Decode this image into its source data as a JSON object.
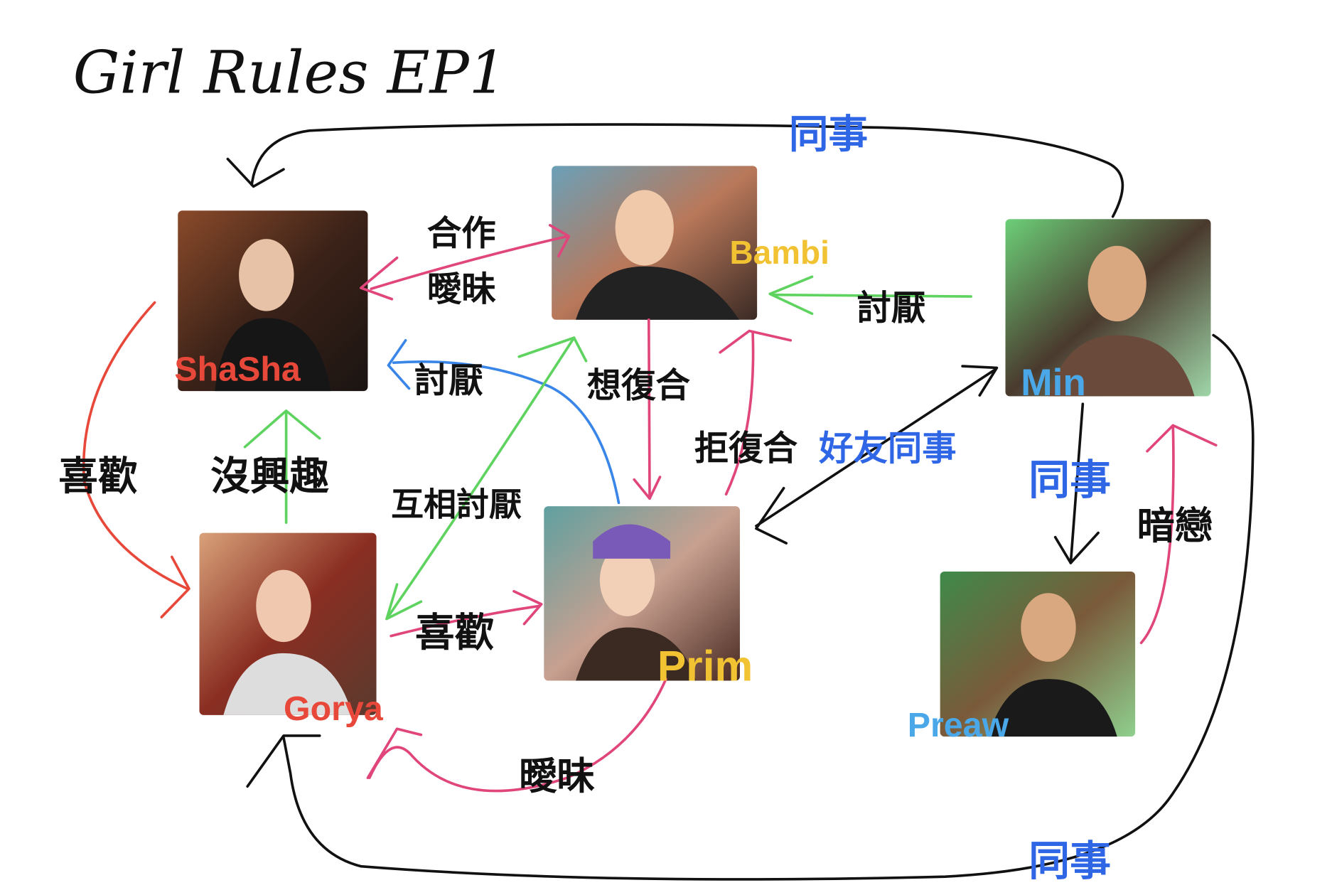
{
  "title": "Girl Rules EP1",
  "characters": [
    {
      "name": "ShaSha",
      "color": "#e8483a"
    },
    {
      "name": "Bambi",
      "color": "#f1c232"
    },
    {
      "name": "Min",
      "color": "#4aa8e8"
    },
    {
      "name": "Gorya",
      "color": "#e8483a"
    },
    {
      "name": "Prim",
      "color": "#f1c232"
    },
    {
      "name": "Preaw",
      "color": "#4aa8e8"
    }
  ],
  "relations": [
    {
      "from": "Min",
      "to": "ShaSha",
      "label": "同事",
      "color": "#111111"
    },
    {
      "from": "ShaSha",
      "to": "Bambi",
      "label": "合作",
      "color": "#e0457b"
    },
    {
      "from": "Bambi",
      "to": "ShaSha",
      "label": "曖昧",
      "color": "#e0457b"
    },
    {
      "from": "Min",
      "to": "Bambi",
      "label": "討厭",
      "color": "#5fd35f"
    },
    {
      "from": "Prim",
      "to": "ShaSha",
      "label": "討厭",
      "color": "#3a86e8"
    },
    {
      "from": "Bambi",
      "to": "Prim",
      "label": "想復合",
      "color": "#e0457b"
    },
    {
      "from": "Prim",
      "to": "Bambi",
      "label": "拒復合",
      "color": "#e0457b"
    },
    {
      "from": "Prim",
      "to": "Min",
      "label": "好友同事",
      "color": "#111111"
    },
    {
      "from": "ShaSha",
      "to": "Gorya",
      "label": "喜歡",
      "color": "#e8483a"
    },
    {
      "from": "Gorya",
      "to": "ShaSha",
      "label": "沒興趣",
      "color": "#5fd35f"
    },
    {
      "from": "Gorya",
      "to": "Bambi",
      "label": "互相討厭",
      "color": "#5fd35f"
    },
    {
      "from": "Min",
      "to": "Preaw",
      "label": "同事",
      "color": "#111111"
    },
    {
      "from": "Preaw",
      "to": "Min",
      "label": "暗戀",
      "color": "#e0457b"
    },
    {
      "from": "Gorya",
      "to": "Prim",
      "label": "喜歡",
      "color": "#e0457b"
    },
    {
      "from": "Prim",
      "to": "Gorya",
      "label": "曖昧",
      "color": "#e0457b"
    },
    {
      "from": "Min",
      "to": "Gorya",
      "label": "同事",
      "color": "#111111"
    }
  ]
}
